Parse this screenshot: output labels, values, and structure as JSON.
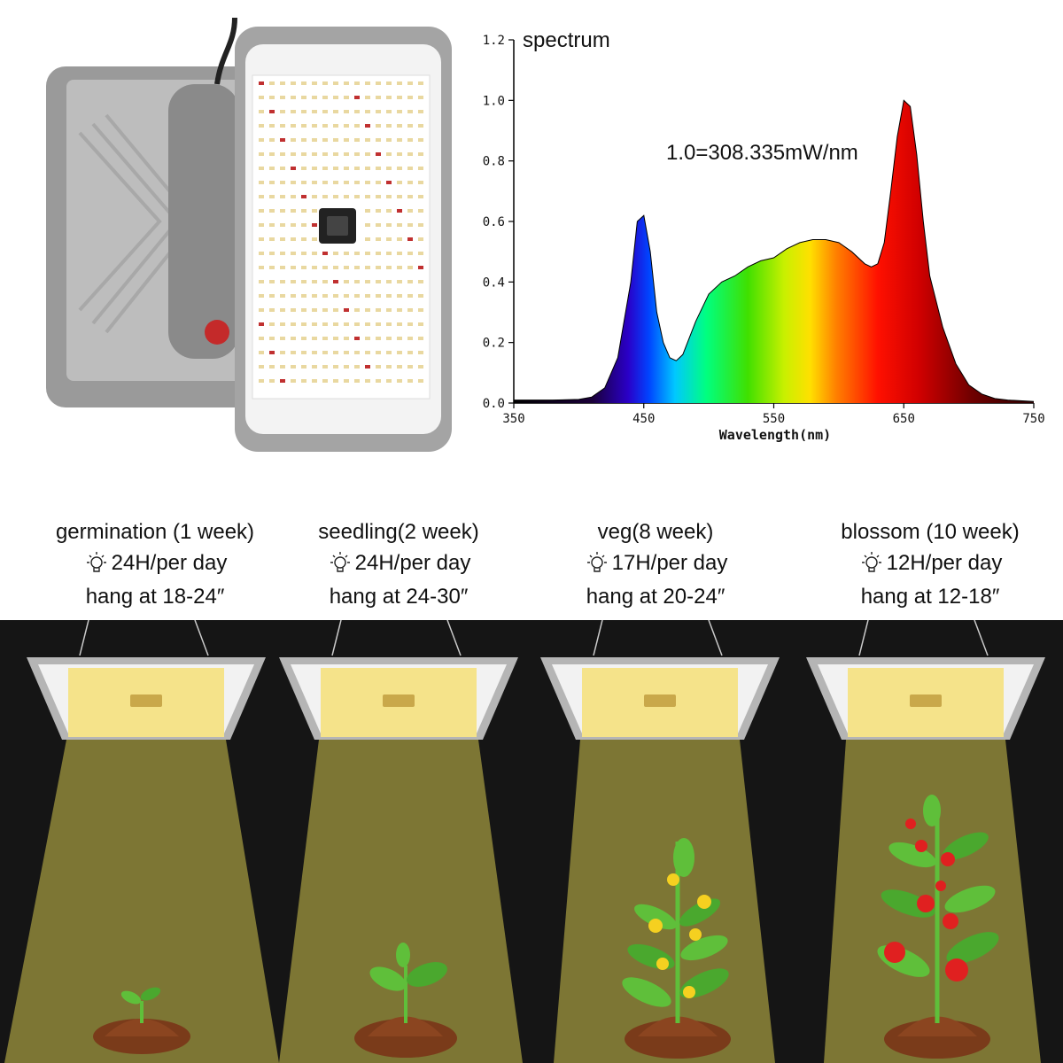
{
  "chart_data": {
    "type": "area",
    "title": "spectrum",
    "annotation": "1.0=308.335mW/nm",
    "xlabel": "Wavelength(nm)",
    "ylabel": "",
    "xlim": [
      350,
      750
    ],
    "ylim": [
      0,
      1.2
    ],
    "x_ticks": [
      "350",
      "450",
      "550",
      "650",
      "750"
    ],
    "y_ticks": [
      "0.0",
      "0.2",
      "0.4",
      "0.6",
      "0.8",
      "1.0",
      "1.2"
    ],
    "x": [
      350,
      380,
      400,
      410,
      420,
      430,
      440,
      445,
      450,
      455,
      460,
      465,
      470,
      475,
      480,
      490,
      500,
      510,
      520,
      530,
      540,
      550,
      560,
      570,
      580,
      590,
      600,
      610,
      620,
      625,
      630,
      635,
      640,
      645,
      650,
      655,
      660,
      665,
      670,
      680,
      690,
      700,
      710,
      720,
      730,
      750
    ],
    "y": [
      0.01,
      0.01,
      0.012,
      0.02,
      0.05,
      0.15,
      0.4,
      0.6,
      0.62,
      0.5,
      0.3,
      0.2,
      0.15,
      0.14,
      0.16,
      0.27,
      0.36,
      0.4,
      0.42,
      0.45,
      0.47,
      0.48,
      0.51,
      0.53,
      0.54,
      0.54,
      0.53,
      0.5,
      0.46,
      0.45,
      0.46,
      0.53,
      0.7,
      0.88,
      1.0,
      0.98,
      0.82,
      0.6,
      0.42,
      0.25,
      0.13,
      0.06,
      0.03,
      0.015,
      0.01,
      0.005
    ]
  },
  "stages": [
    {
      "name": "germination (1 week)",
      "hours": "24H/per day",
      "hang": "hang at 18-24″",
      "bulb_icon": "light-bulb-icon"
    },
    {
      "name": "seedling(2 week)",
      "hours": "24H/per day",
      "hang": "hang at 24-30″",
      "bulb_icon": "light-bulb-icon"
    },
    {
      "name": "veg(8 week)",
      "hours": "17H/per day",
      "hang": "hang at 20-24″",
      "bulb_icon": "light-bulb-icon"
    },
    {
      "name": "blossom (10 week)",
      "hours": "12H/per day",
      "hang": "hang at 12-18″",
      "bulb_icon": "light-bulb-icon"
    }
  ],
  "colors": {
    "background_scene": "#151515",
    "light_beam": "#8f873a",
    "soil": "#7a3b1a",
    "leaf": "#5fbf3a",
    "fruit": "#e02020",
    "flower": "#f5d020"
  }
}
